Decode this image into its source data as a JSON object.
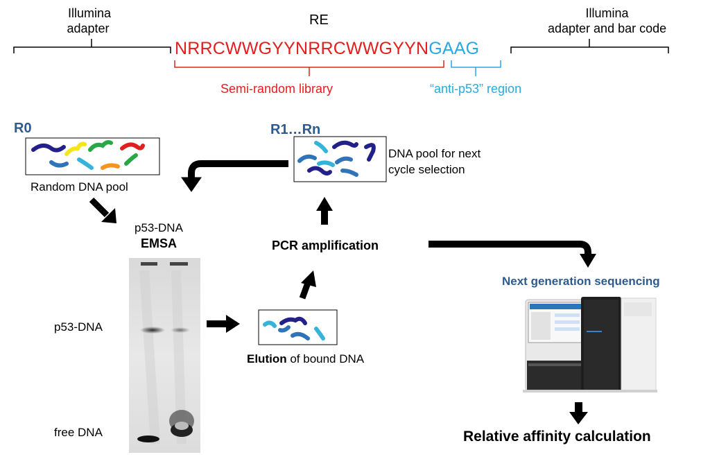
{
  "header": {
    "left_adapter": [
      "Illumina",
      "adapter"
    ],
    "re_label": "RE",
    "sequence_red": "NRRCWWGYYNRRCWWGYYN",
    "sequence_blue": "GAAG",
    "right_adapter": [
      "Illumina",
      "adapter and bar code"
    ],
    "semi_random_label": "Semi-random library",
    "anti_p53_label": "“anti-p53” region"
  },
  "round_start": {
    "label": "R0",
    "pool_caption": "Random DNA pool"
  },
  "round_next": {
    "label": "R1…Rn",
    "caption": [
      "DNA pool for next",
      "cycle selection"
    ]
  },
  "emsa": {
    "title_line1": "p53-DNA",
    "title_line2": "EMSA",
    "band_upper": "p53-DNA",
    "band_lower": "free DNA"
  },
  "elution": {
    "bold": "Elution",
    "rest": " of bound DNA"
  },
  "pcr": {
    "label": "PCR amplification"
  },
  "ngs": {
    "label": "Next generation sequencing"
  },
  "result": {
    "label": "Relative affinity calculation"
  },
  "colors": {
    "library_red": "#e0201e",
    "anti_blue": "#29a9df",
    "heading_blue": "#2e5a8e",
    "dna_navy": "#23208a",
    "dna_blue": "#2f74b8",
    "dna_cyan": "#36b3d9",
    "dna_yellow": "#f3e61f",
    "dna_green": "#27a844",
    "dna_red": "#e0201e",
    "dna_orange": "#f7941d"
  }
}
